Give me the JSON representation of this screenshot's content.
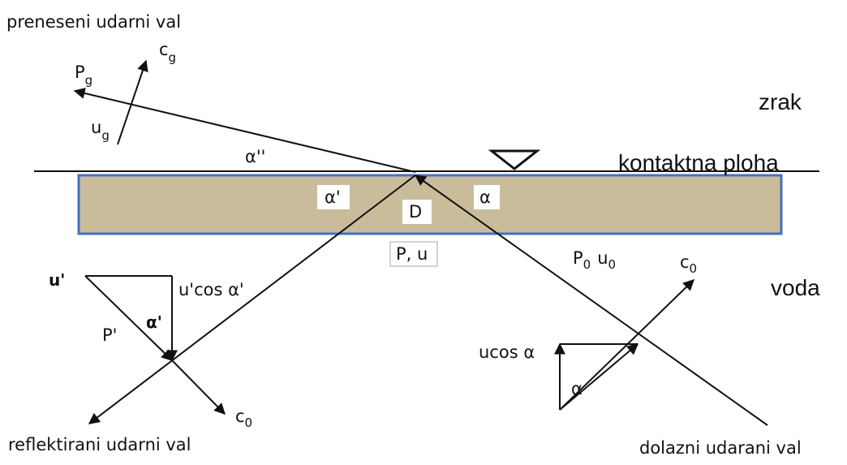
{
  "labels": {
    "transmitted_wave": "preneseni udarni val",
    "P_g": "P",
    "P_g_sub": "g",
    "c_g": "c",
    "c_g_sub": "g",
    "u_g": "u",
    "u_g_sub": "g",
    "alpha_dd": "α''",
    "air": "zrak",
    "contact_surface": "kontaktna ploha",
    "alpha_prime_box": "α'",
    "D_box": "D",
    "alpha_box": "α",
    "Pu_box": "P, u",
    "P0": "P",
    "P0_sub": "0",
    "u0": "u",
    "u0_sub": "0",
    "c0_right": "c",
    "c0_right_sub": "0",
    "water": "voda",
    "u_prime": "u'",
    "u_prime_cos": "u'cos α'",
    "alpha_prime_tri": "α'",
    "P_prime": "P'",
    "ucos_alpha": "ucos α",
    "alpha_tri": "α",
    "c0_left": "c",
    "c0_left_sub": "0",
    "reflected_wave": "reflektirani udarni val",
    "incoming_wave": "dolazni udarani val"
  },
  "colors": {
    "slab_fill": "#c9bc9a",
    "slab_border": "#4472c4",
    "line": "#111111"
  }
}
